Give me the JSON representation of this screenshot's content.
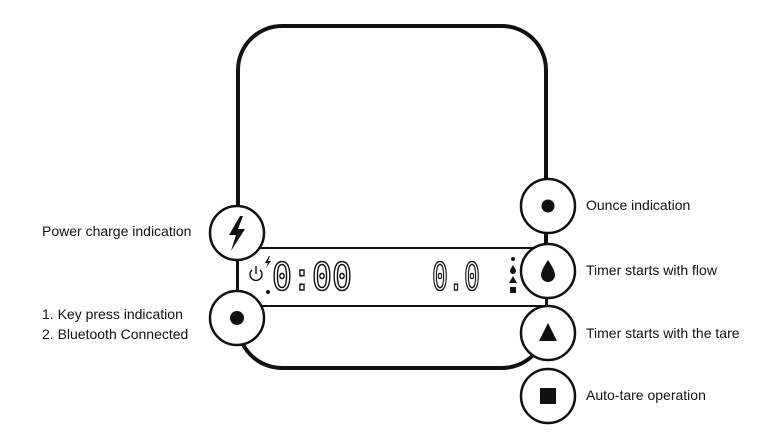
{
  "display": {
    "timer": "0:00",
    "weight": "0.0"
  },
  "callouts": {
    "left": [
      {
        "id": "power",
        "icon": "lightning-bolt-icon",
        "lines": [
          "Power charge indication"
        ]
      },
      {
        "id": "keypress",
        "icon": "filled-dot-icon",
        "lines": [
          "1. Key press indication",
          "2. Bluetooth Connected"
        ]
      }
    ],
    "right": [
      {
        "id": "ounce",
        "icon": "filled-dot-icon",
        "lines": [
          "Ounce indication"
        ]
      },
      {
        "id": "flow",
        "icon": "water-drop-icon",
        "lines": [
          "Timer starts with flow"
        ]
      },
      {
        "id": "tare",
        "icon": "triangle-icon",
        "lines": [
          "Timer starts with the tare"
        ]
      },
      {
        "id": "autotare",
        "icon": "square-icon",
        "lines": [
          "Auto-tare operation"
        ]
      }
    ]
  },
  "colors": {
    "ink": "#111111",
    "background": "#ffffff"
  }
}
